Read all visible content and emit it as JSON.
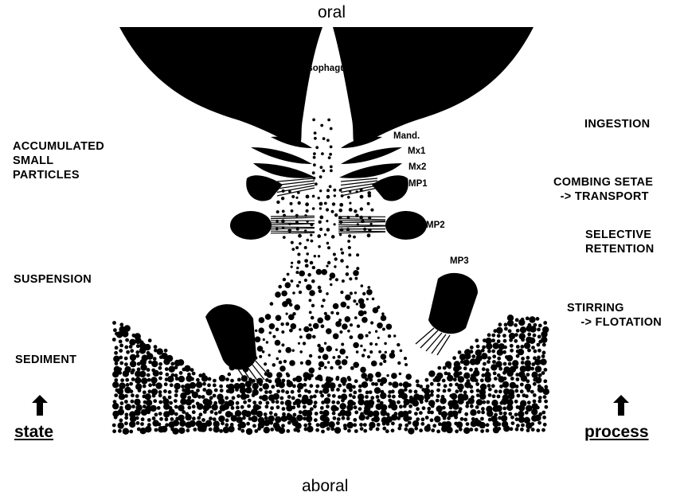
{
  "axis": {
    "top": "oral",
    "bottom": "aboral"
  },
  "states": {
    "heading": "state",
    "accumulated": "ACCUMULATED\nSMALL\nPARTICLES",
    "suspension": "SUSPENSION",
    "sediment": "SEDIMENT"
  },
  "processes": {
    "heading": "process",
    "ingestion": "INGESTION",
    "combing": "COMBING SETAE\n  -> TRANSPORT",
    "selective": "SELECTIVE\nRETENTION",
    "stirring": "STIRRING\n    -> FLOTATION"
  },
  "parts": {
    "oesophagus": "Oesophagus",
    "mand": "Mand.",
    "mx1": "Mx1",
    "mx2": "Mx2",
    "mp1": "MP1",
    "mp2": "MP2",
    "mp3": "MP3"
  }
}
